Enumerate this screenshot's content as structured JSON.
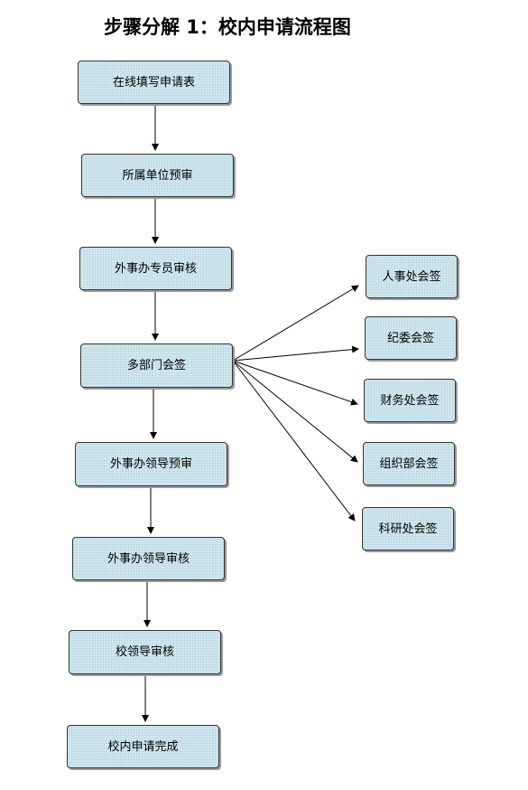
{
  "title": "步骤分解 1：校内申请流程图",
  "colors": {
    "node_fill": "#cfe6ee",
    "node_border": "#333333",
    "arrow": "#000000"
  },
  "main_steps": [
    "在线填写申请表",
    "所属单位预审",
    "外事办专员审核",
    "多部门会签",
    "外事办领导预审",
    "外事办领导审核",
    "校领导审核",
    "校内申请完成"
  ],
  "countersign_steps": [
    "人事处会签",
    "纪委会签",
    "财务处会签",
    "组织部会签",
    "科研处会签"
  ]
}
